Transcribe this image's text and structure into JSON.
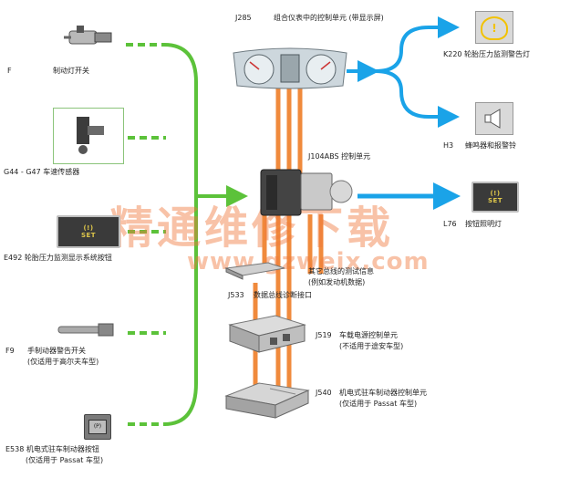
{
  "inputs": {
    "f": {
      "code": "F",
      "name": "制动灯开关"
    },
    "g44": {
      "label": "G44 - G47 车速传感器"
    },
    "e492": {
      "label": "E492 轮胎压力监测显示系统按钮"
    },
    "f9": {
      "code": "F9",
      "name": "手制动器警告开关",
      "note": "(仅适用于高尔夫车型)"
    },
    "e538": {
      "label": "E538 机电式驻车制动器按钮",
      "note": "(仅适用于 Passat 车型)"
    }
  },
  "j285": {
    "code": "J285",
    "name": "组合仪表中的控制单元 (带显示屏)"
  },
  "k220": {
    "label": "K220 轮胎压力监测警告灯"
  },
  "h3": {
    "code": "H3",
    "name": "蜂鸣器和报警铃"
  },
  "j104": {
    "label": "J104ABS 控制单元"
  },
  "l76": {
    "code": "L76",
    "name": "按钮照明灯"
  },
  "can": {
    "line1": "其它总线的测试信息",
    "line2": "(例如发动机数据)"
  },
  "j533": {
    "code": "J533",
    "name": "数据总线诊断接口"
  },
  "j519": {
    "code": "J519",
    "name": "车载电源控制单元",
    "note": "(不适用于途安车型)"
  },
  "j540": {
    "code": "J540",
    "name": "机电式驻车制动器控制单元",
    "note": "(仅适用于 Passat 车型)"
  },
  "button_text": "SET",
  "watermark": {
    "cn": "精通维修下载",
    "url": "www.gzweix.com"
  },
  "colors": {
    "green": "#5cc23a",
    "blue": "#1aa3e8",
    "orange": "#f08a3c",
    "warn_yellow": "#f2c200"
  }
}
